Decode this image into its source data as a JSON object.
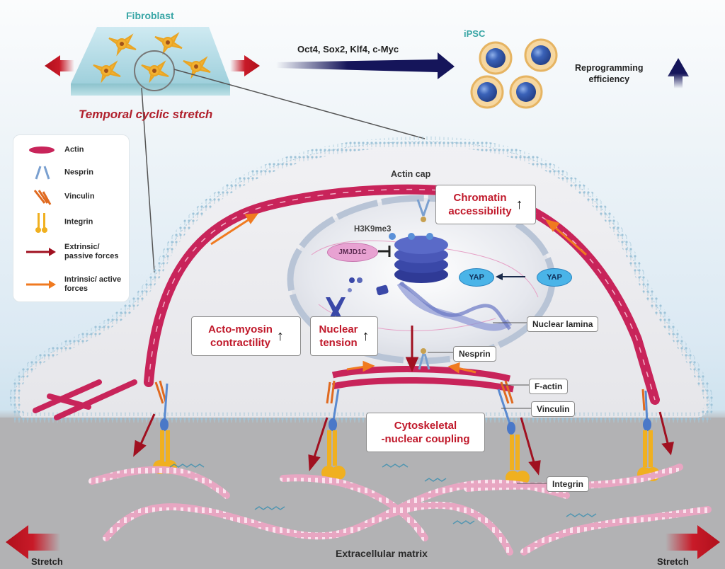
{
  "top": {
    "fibroblast_label": "Fibroblast",
    "stretch_caption": "Temporal cyclic stretch",
    "factors_label": "Oct4, Sox2, Klf4, c-Myc",
    "ipsc_label": "iPSC",
    "efficiency_label_line1": "Reprogramming",
    "efficiency_label_line2": "efficiency",
    "efficiency_trend": "up"
  },
  "legend": {
    "items": [
      {
        "icon": "actin-icon",
        "label": "Actin"
      },
      {
        "icon": "nesprin-icon",
        "label": "Nesprin"
      },
      {
        "icon": "vinculin-icon",
        "label": "Vinculin"
      },
      {
        "icon": "integrin-icon",
        "label": "Integrin"
      },
      {
        "icon": "extrinsic-force-arrow-icon",
        "label": "Extrinsic/ passive forces"
      },
      {
        "icon": "intrinsic-force-arrow-icon",
        "label": "Intrinsic/ active forces"
      }
    ]
  },
  "cell": {
    "actin_cap_label": "Actin cap",
    "h3k9me3_label": "H3K9me3",
    "jmjd1c_label": "JMJD1C",
    "yap_nuclear_label": "YAP",
    "yap_cytoplasmic_label": "YAP"
  },
  "callouts": {
    "chromatin_line1": "Chromatin",
    "chromatin_line2": "accessibility",
    "actomyosin_line1": "Acto-myosin",
    "actomyosin_line2": "contractility",
    "nuclear_tension_line1": "Nuclear",
    "nuclear_tension_line2": "tension",
    "coupling_line1": "Cytoskeletal",
    "coupling_line2": "-nuclear coupling",
    "up_arrow": "↑"
  },
  "labels": {
    "nuclear_lamina": "Nuclear lamina",
    "nesprin": "Nesprin",
    "f_actin": "F-actin",
    "vinculin": "Vinculin",
    "integrin": "Integrin"
  },
  "bottom": {
    "ecm_label": "Extracellular matrix",
    "stretch_left": "Stretch",
    "stretch_right": "Stretch"
  },
  "colors": {
    "actin": "#c8245a",
    "extrinsic_force": "#a01020",
    "intrinsic_force": "#f07a20",
    "callout_text": "#c0182a",
    "nesprin": "#7aa0d0",
    "integrin": "#f0b020",
    "ipsc_nucleus": "#3a62b8",
    "ipsc_cytoplasm": "#f2c27a",
    "fibroblast_teal": "#3aa6a6",
    "dark_navy_arrow": "#15155a",
    "ecm_fiber": "#e6a6c0",
    "ecm_glyco": "#3a8fb0",
    "yap": "#4ab4e8",
    "jmjd1c": "#e48ac8"
  }
}
